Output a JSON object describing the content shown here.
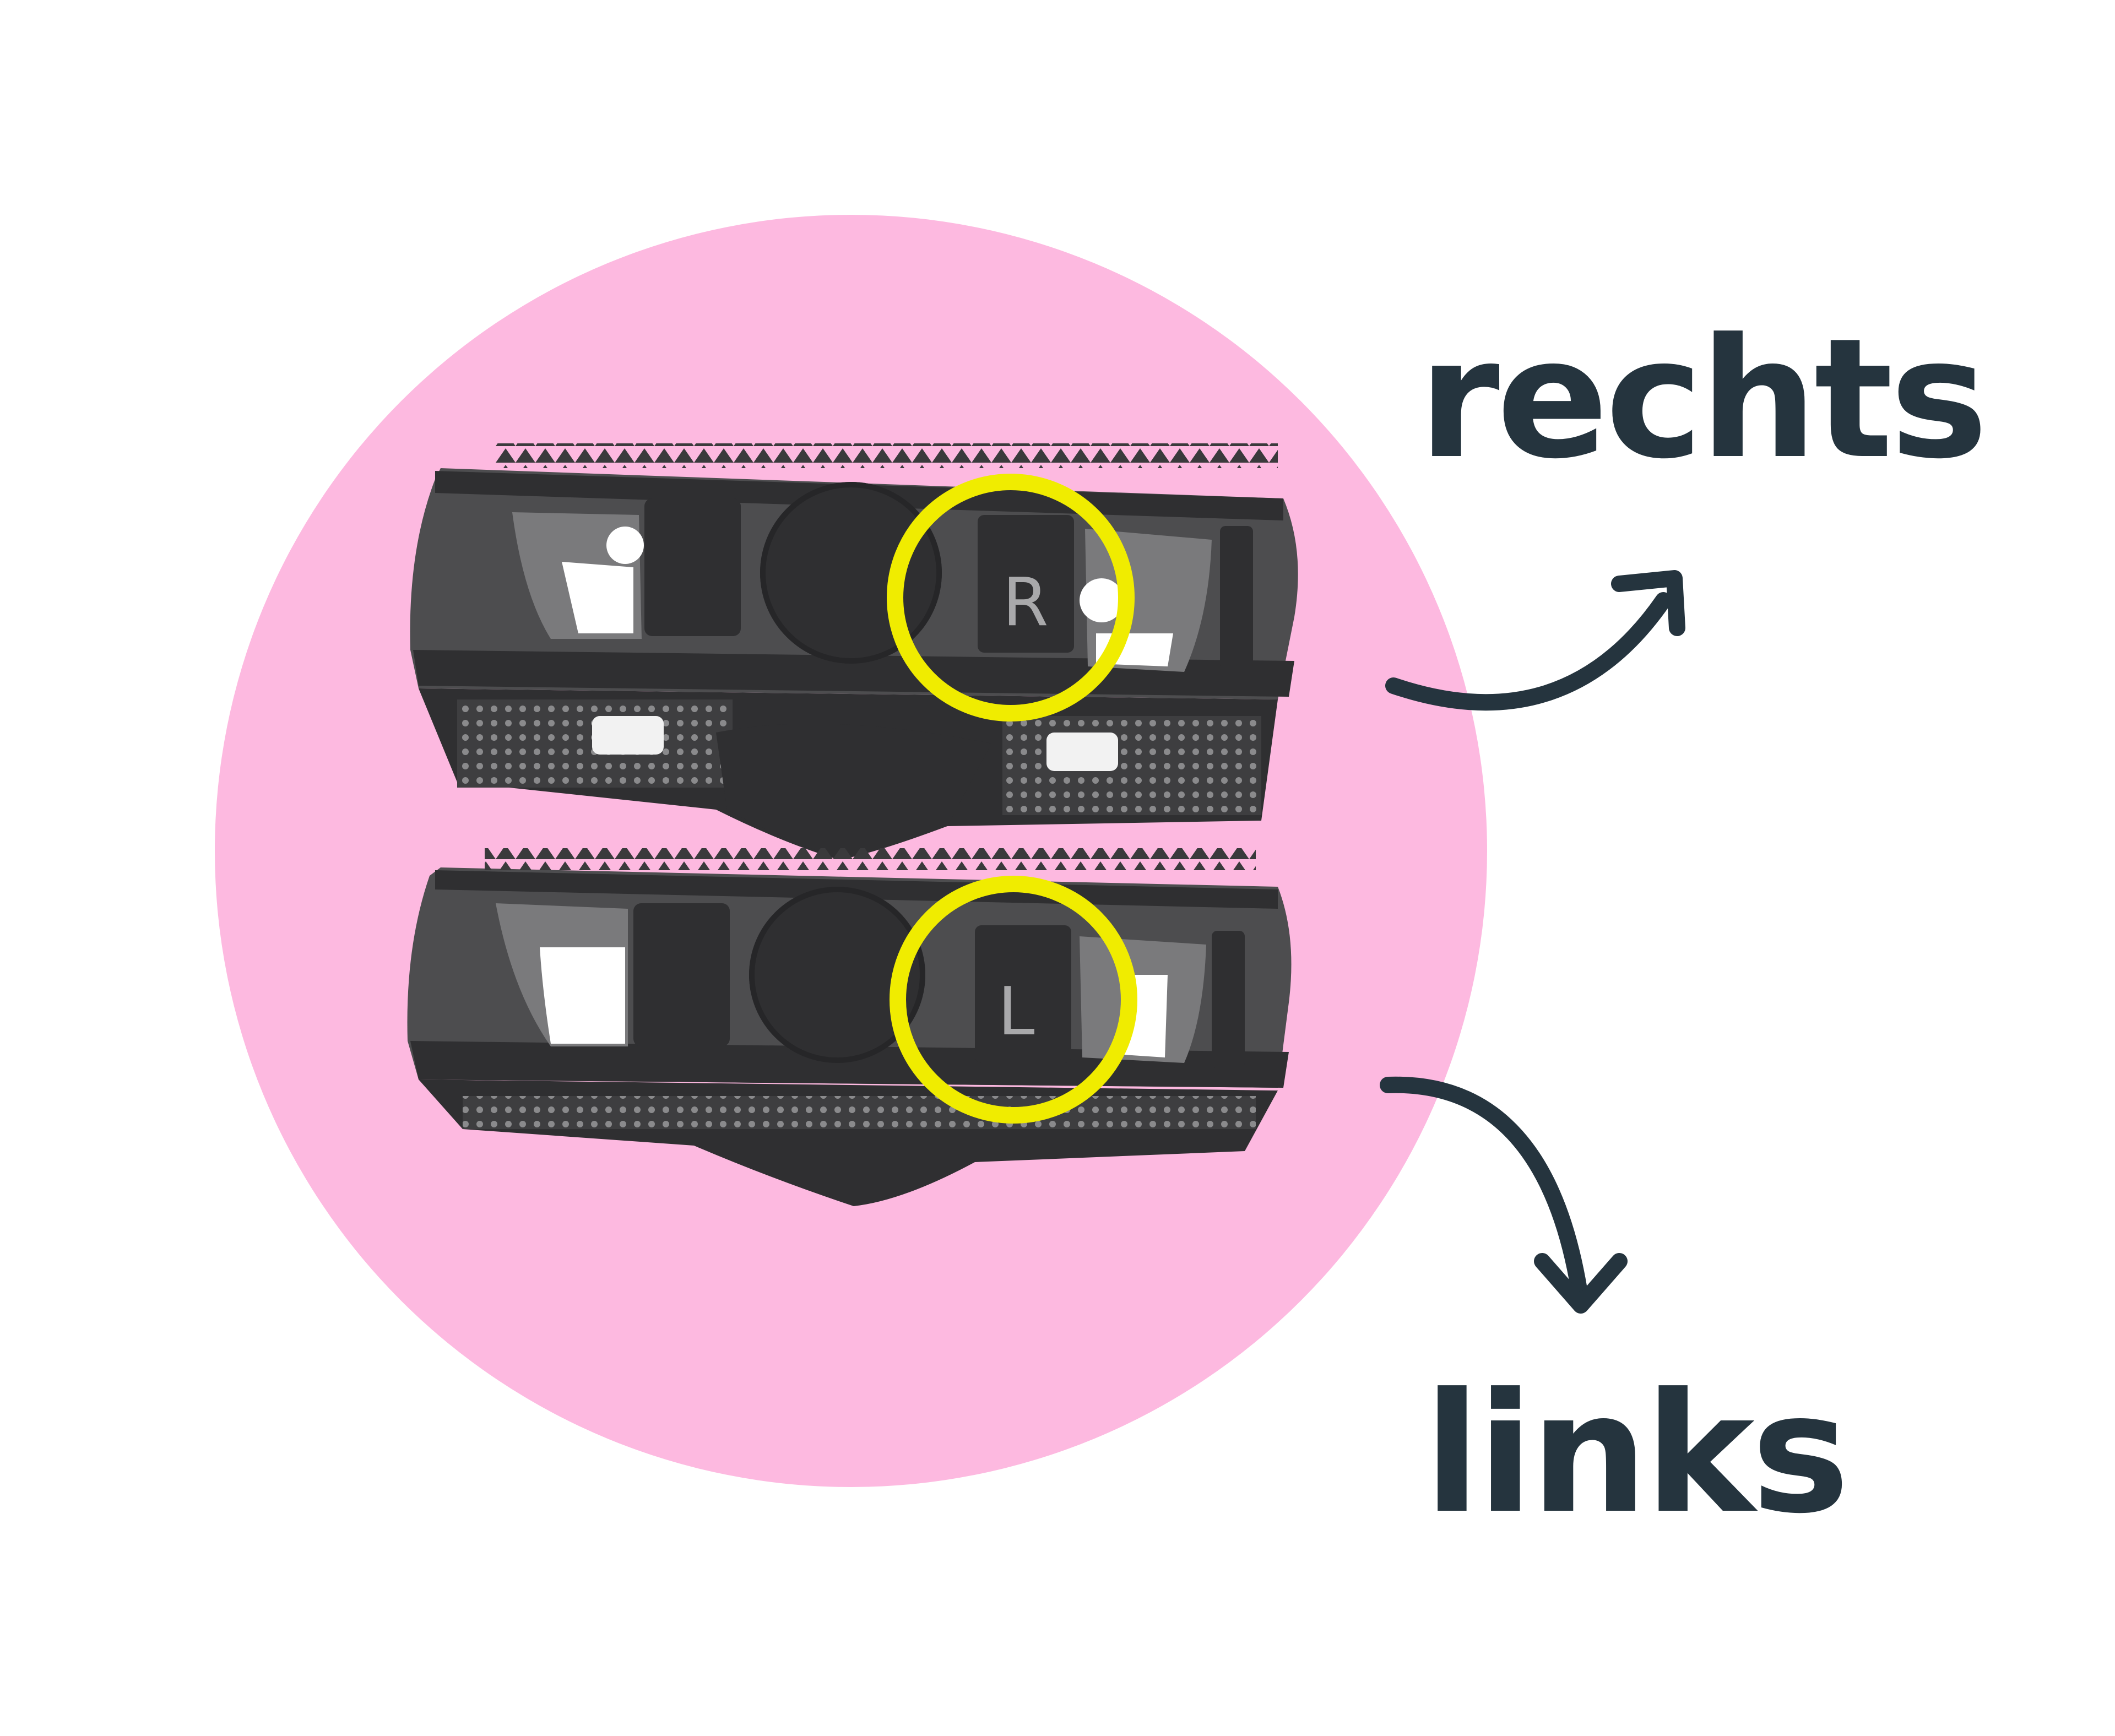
{
  "colors": {
    "circle": "#fdb9e0",
    "pedal_body": "#4d4d4f",
    "pedal_dark": "#2f2f31",
    "pedal_light": "#7a7a7c",
    "highlight": "#f0ec00",
    "text": "#25343e",
    "arrow": "#25343e"
  },
  "labels": {
    "right": "rechts",
    "left": "links"
  },
  "markings": {
    "right_pedal": "R",
    "left_pedal": "L"
  }
}
